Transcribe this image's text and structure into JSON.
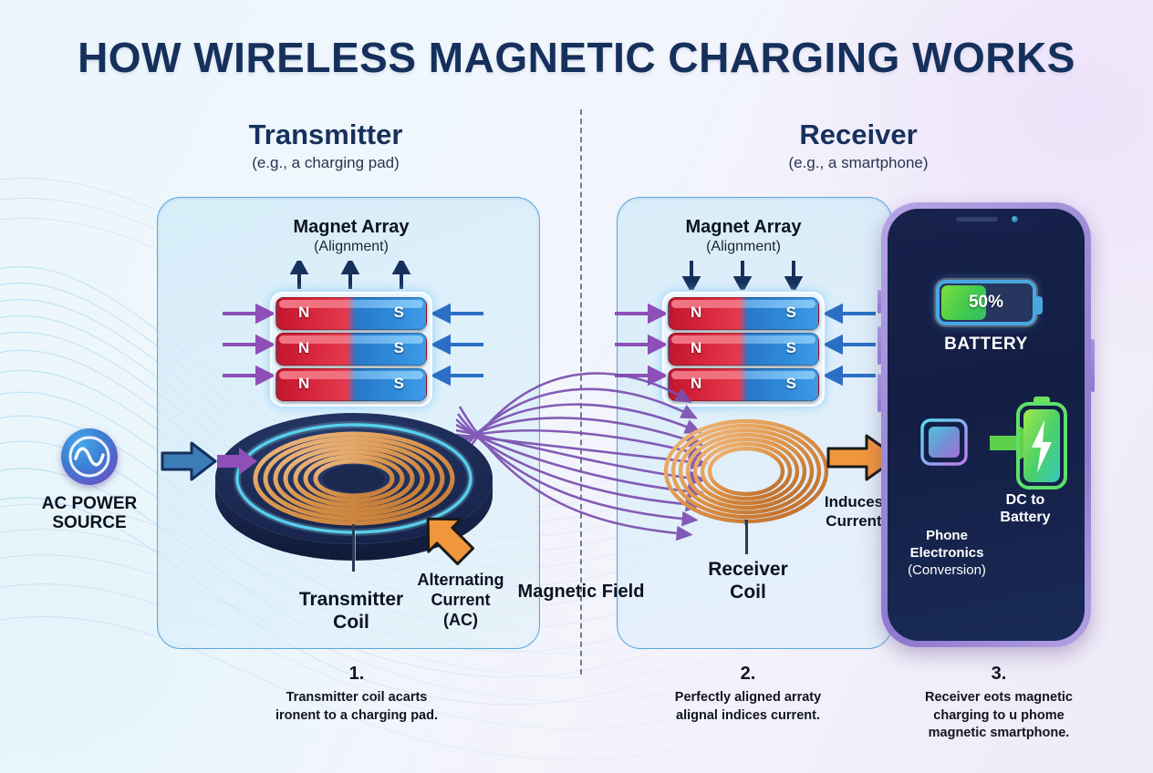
{
  "title": "HOW WIRELESS MAGNETIC CHARGING WORKS",
  "transmitter": {
    "heading": "Transmitter",
    "subheading": "(e.g., a charging pad)",
    "magnet_label": "Magnet Array",
    "magnet_sublabel": "(Alignment)",
    "magnets": [
      {
        "north": "N",
        "south": "S"
      },
      {
        "north": "N",
        "south": "S"
      },
      {
        "north": "N",
        "south": "S"
      }
    ],
    "coil_label": "Transmitter\nCoil",
    "coil_label_line1": "Transmitter",
    "coil_label_line2": "Coil",
    "ac_label_line1": "Alternating",
    "ac_label_line2": "Current",
    "ac_label_line3": "(AC)"
  },
  "receiver": {
    "heading": "Receiver",
    "subheading": "(e.g., a smartphone)",
    "magnet_label": "Magnet Array",
    "magnet_sublabel": "(Alignment)",
    "magnets": [
      {
        "north": "N",
        "south": "S"
      },
      {
        "north": "N",
        "south": "S"
      },
      {
        "north": "N",
        "south": "S"
      }
    ],
    "coil_label_line1": "Receiver",
    "coil_label_line2": "Coil",
    "induces_line1": "Induces",
    "induces_line2": "Current"
  },
  "ac_source": {
    "label_line1": "AC POWER",
    "label_line2": "SOURCE",
    "icon": "sine-wave-icon"
  },
  "magnetic_field_label": "Magnetic Field",
  "phone": {
    "battery_percent": "50%",
    "battery_caption": "BATTERY",
    "battery_fill_ratio": 0.5,
    "chip_label_line1": "Phone",
    "chip_label_line2": "Electronics",
    "chip_label_line3": "(Conversion)",
    "dc_label_line1": "DC to",
    "dc_label_line2": "Battery",
    "chip_icon": "microchip-icon",
    "battery_icon": "battery-bolt-icon"
  },
  "steps": [
    {
      "number": "1.",
      "line1": "Transmitter coil acarts",
      "line2": "ironent to a charging pad."
    },
    {
      "number": "2.",
      "line1": "Perfectly aligned arraty",
      "line2": "alignal indices current."
    },
    {
      "number": "3.",
      "line1": "Receiver eots magnetic",
      "line2": "charging to u phome",
      "line3": "magnetic smartphone."
    }
  ],
  "colors": {
    "title": "#16305c",
    "north_pole": "#d8243c",
    "south_pole": "#2f8ada",
    "field_line": "#7a4fb0",
    "coil_copper": "#e3943f",
    "accent_orange": "#f0963c",
    "battery_green": "#4fd13f",
    "panel_border": "#5aa7dd",
    "phone_frame": "#9c8ad6"
  }
}
